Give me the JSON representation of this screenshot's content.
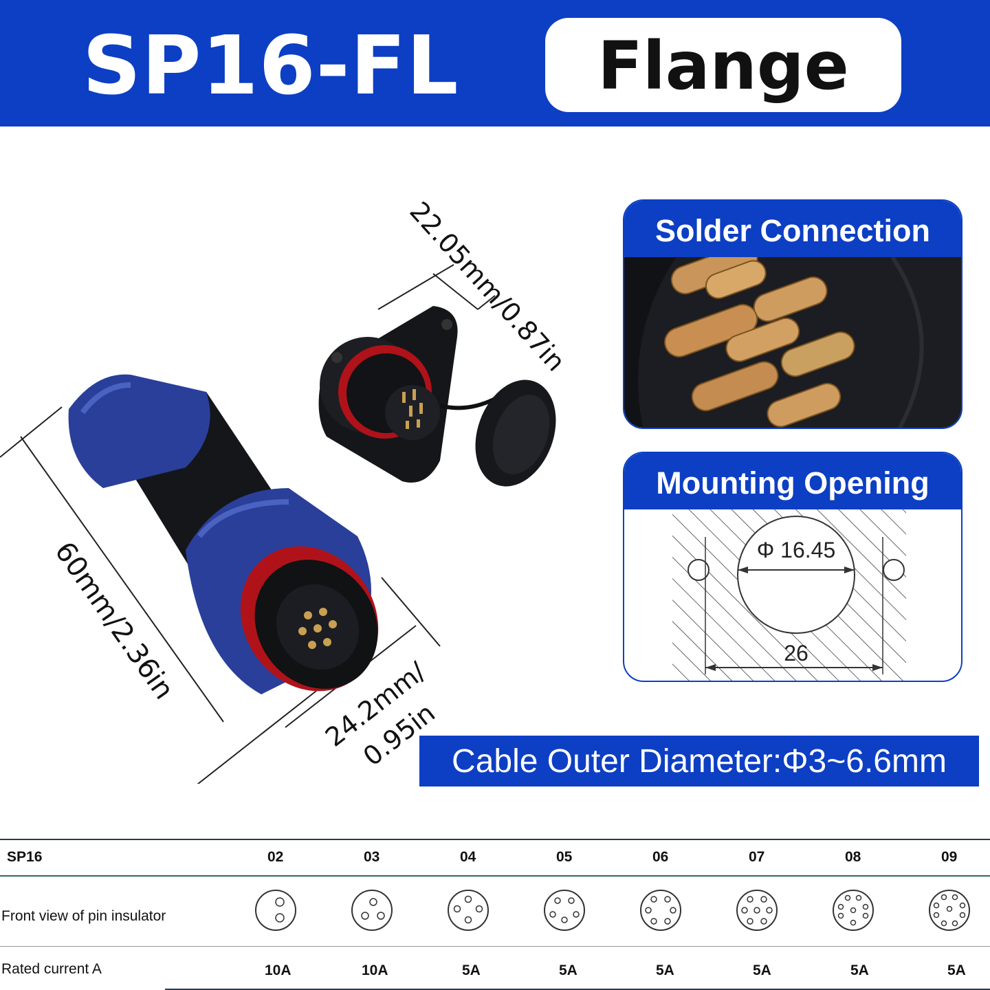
{
  "header": {
    "title": "SP16-FL",
    "badge": "Flange"
  },
  "dimensions": {
    "flange_width": "22.05mm/0.87in",
    "length": "60mm/2.36in",
    "diameter_line1": "24.2mm/",
    "diameter_line2": "0.95in"
  },
  "panels": {
    "solder": {
      "title": "Solder Connection"
    },
    "mounting": {
      "title": "Mounting Opening",
      "hole": "Φ 16.45",
      "spacing": "26"
    }
  },
  "cable_diameter": "Cable Outer Diameter:Φ3~6.6mm",
  "table": {
    "series": "SP16",
    "columns": [
      "02",
      "03",
      "04",
      "05",
      "06",
      "07",
      "08",
      "09"
    ],
    "row_pins": "Front view of pin insulator",
    "row_current": "Rated current A",
    "currents": [
      "10A",
      "10A",
      "5A",
      "5A",
      "5A",
      "5A",
      "5A",
      "5A"
    ]
  },
  "colors": {
    "brand_blue": "#0d3fc4",
    "connector_blue": "#2a3f9a",
    "seal_red": "#c0141b",
    "pin_gold": "#c9a052"
  }
}
